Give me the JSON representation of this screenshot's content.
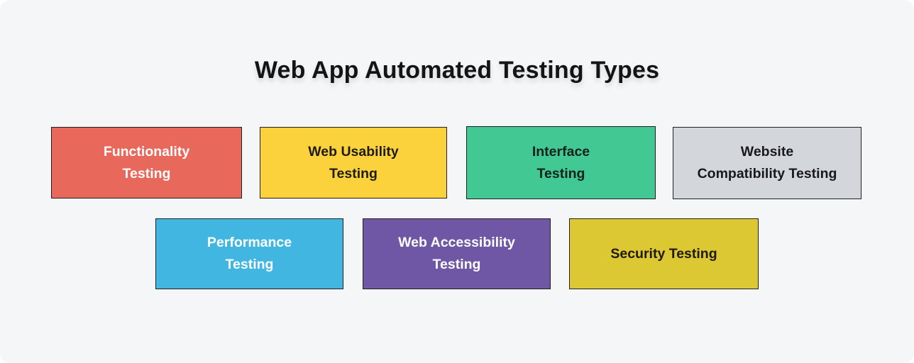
{
  "title": "Web App Automated Testing Types",
  "colors": {
    "background": "#f5f6f8",
    "title_text": "#141414",
    "box_border": "#221f1f"
  },
  "boxes": [
    {
      "label": "Functionality\nTesting",
      "bg": "#e8695b",
      "text_color": "#ffffff"
    },
    {
      "label": "Web Usability\nTesting",
      "bg": "#fcd23c",
      "text_color": "#1d1b15"
    },
    {
      "label": "Interface\nTesting",
      "bg": "#42c893",
      "text_color": "#15211b"
    },
    {
      "label": "Website\nCompatibility Testing",
      "bg": "#d3d6db",
      "text_color": "#17191c"
    },
    {
      "label": "Performance\nTesting",
      "bg": "#41b6e1",
      "text_color": "#ffffff"
    },
    {
      "label": "Web Accessibility\nTesting",
      "bg": "#6f57a5",
      "text_color": "#ffffff"
    },
    {
      "label": "Security Testing",
      "bg": "#dcc833",
      "text_color": "#1e1a10"
    }
  ]
}
